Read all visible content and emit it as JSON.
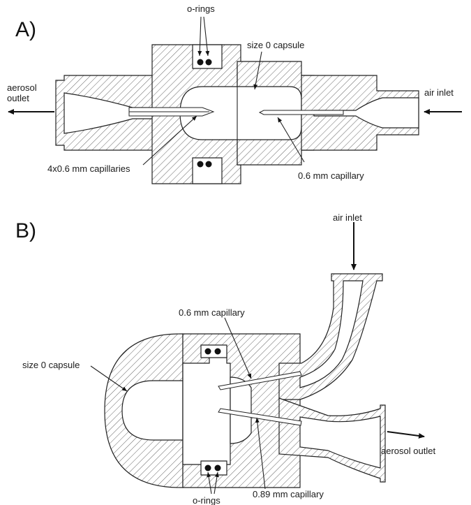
{
  "panels": [
    {
      "id": "A",
      "label": "A)",
      "annotations": {
        "o_rings": "o-rings",
        "capsule": "size 0 capsule",
        "aerosol_outlet_line1": "aerosol",
        "aerosol_outlet_line2": "outlet",
        "air_inlet": "air inlet",
        "capillaries": "4x0.6 mm capillaries",
        "capillary": "0.6 mm capillary"
      }
    },
    {
      "id": "B",
      "label": "B)",
      "annotations": {
        "air_inlet": "air inlet",
        "capillary_upper": "0.6 mm capillary",
        "capsule": "size 0 capsule",
        "aerosol_outlet": "aerosol outlet",
        "o_rings": "o-rings",
        "capillary_lower": "0.89 mm capillary"
      }
    }
  ]
}
